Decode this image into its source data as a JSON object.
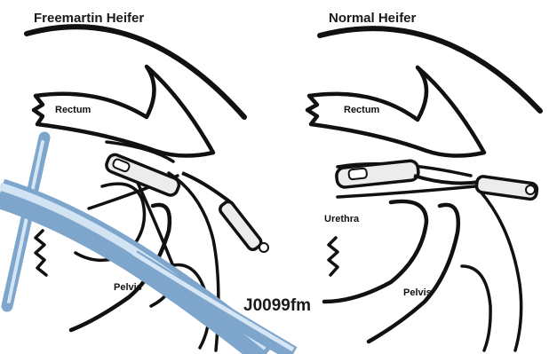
{
  "titles": {
    "left": "Freemartin Heifer",
    "right": "Normal Heifer"
  },
  "labels": {
    "left_rectum": "Rectum",
    "left_pelvis": "Pelvis",
    "right_rectum": "Rectum",
    "right_urethra": "Urethra",
    "right_pelvis": "Pelvis"
  },
  "watermark": "J0099fm",
  "colors": {
    "outline": "#111111",
    "probe_metal": "#e9e9e9",
    "catheter_blue": "#8fb3d6",
    "catheter_highlight": "#d2e3f3",
    "background": "#ffffff"
  }
}
